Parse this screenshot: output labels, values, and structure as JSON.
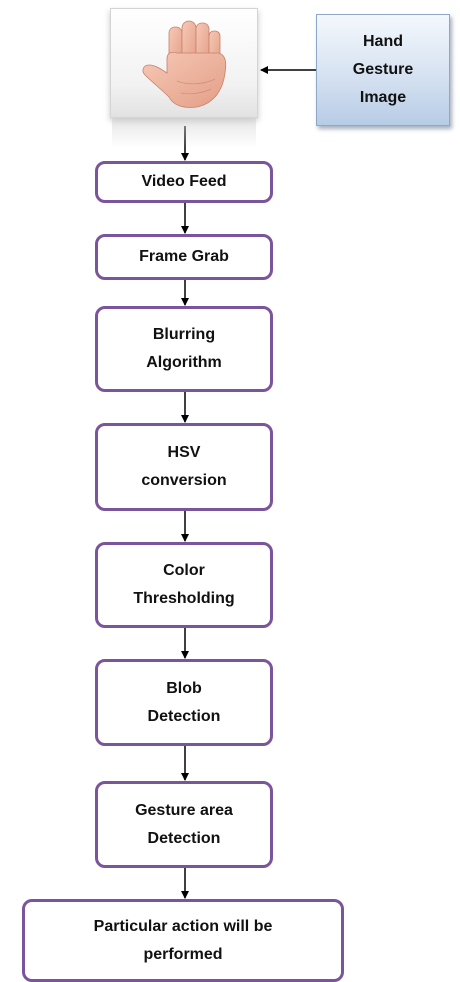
{
  "source_box": {
    "label": "Hand\nGesture\nImage"
  },
  "hand_photo": {
    "icon": "hand-icon"
  },
  "steps": [
    {
      "label": "Video Feed"
    },
    {
      "label": "Frame Grab"
    },
    {
      "label": "Blurring\nAlgorithm"
    },
    {
      "label": "HSV\nconversion"
    },
    {
      "label": "Color\nThresholding"
    },
    {
      "label": "Blob\nDetection"
    },
    {
      "label": "Gesture  area\nDetection"
    },
    {
      "label": "Particular action will be\nperformed"
    }
  ],
  "colors": {
    "box_border": "#7b559b",
    "arrow": "#000000",
    "source_fill": "#c9d9ee"
  }
}
